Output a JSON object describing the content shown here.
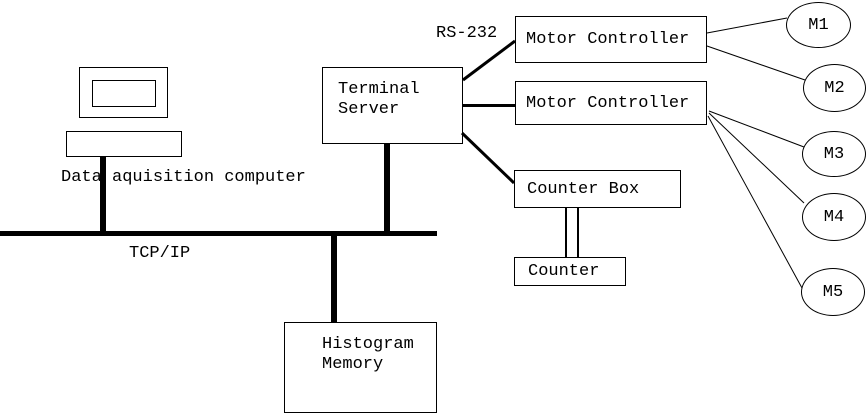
{
  "diagram": {
    "labels": {
      "daq": "Data aquisition computer",
      "bus": "TCP/IP",
      "serial": "RS-232"
    },
    "nodes": {
      "terminal_server": {
        "line1": "Terminal",
        "line2": "Server"
      },
      "motor_controller_1": {
        "label": "Motor Controller"
      },
      "motor_controller_2": {
        "label": "Motor Controller"
      },
      "counter_box": {
        "label": "Counter Box"
      },
      "counter": {
        "label": "Counter"
      },
      "histogram_memory": {
        "line1": "Histogram",
        "line2": "Memory"
      }
    },
    "motors": [
      {
        "label": "M1"
      },
      {
        "label": "M2"
      },
      {
        "label": "M3"
      },
      {
        "label": "M4"
      },
      {
        "label": "M5"
      }
    ],
    "connections": [
      {
        "from": "Terminal Server",
        "to": "Motor Controller 1",
        "via": "RS-232"
      },
      {
        "from": "Terminal Server",
        "to": "Motor Controller 2"
      },
      {
        "from": "Terminal Server",
        "to": "Counter Box"
      },
      {
        "from": "Terminal Server",
        "to": "TCP/IP bus"
      },
      {
        "from": "Data aquisition computer",
        "to": "TCP/IP bus"
      },
      {
        "from": "TCP/IP bus",
        "to": "Histogram Memory"
      },
      {
        "from": "Counter Box",
        "to": "Counter"
      },
      {
        "from": "Motor Controller 1",
        "to": "M1"
      },
      {
        "from": "Motor Controller 1",
        "to": "M2"
      },
      {
        "from": "Motor Controller 2",
        "to": "M3"
      },
      {
        "from": "Motor Controller 2",
        "to": "M4"
      },
      {
        "from": "Motor Controller 2",
        "to": "M5"
      }
    ],
    "colors": {
      "line": "#000000",
      "background": "#ffffff"
    }
  }
}
